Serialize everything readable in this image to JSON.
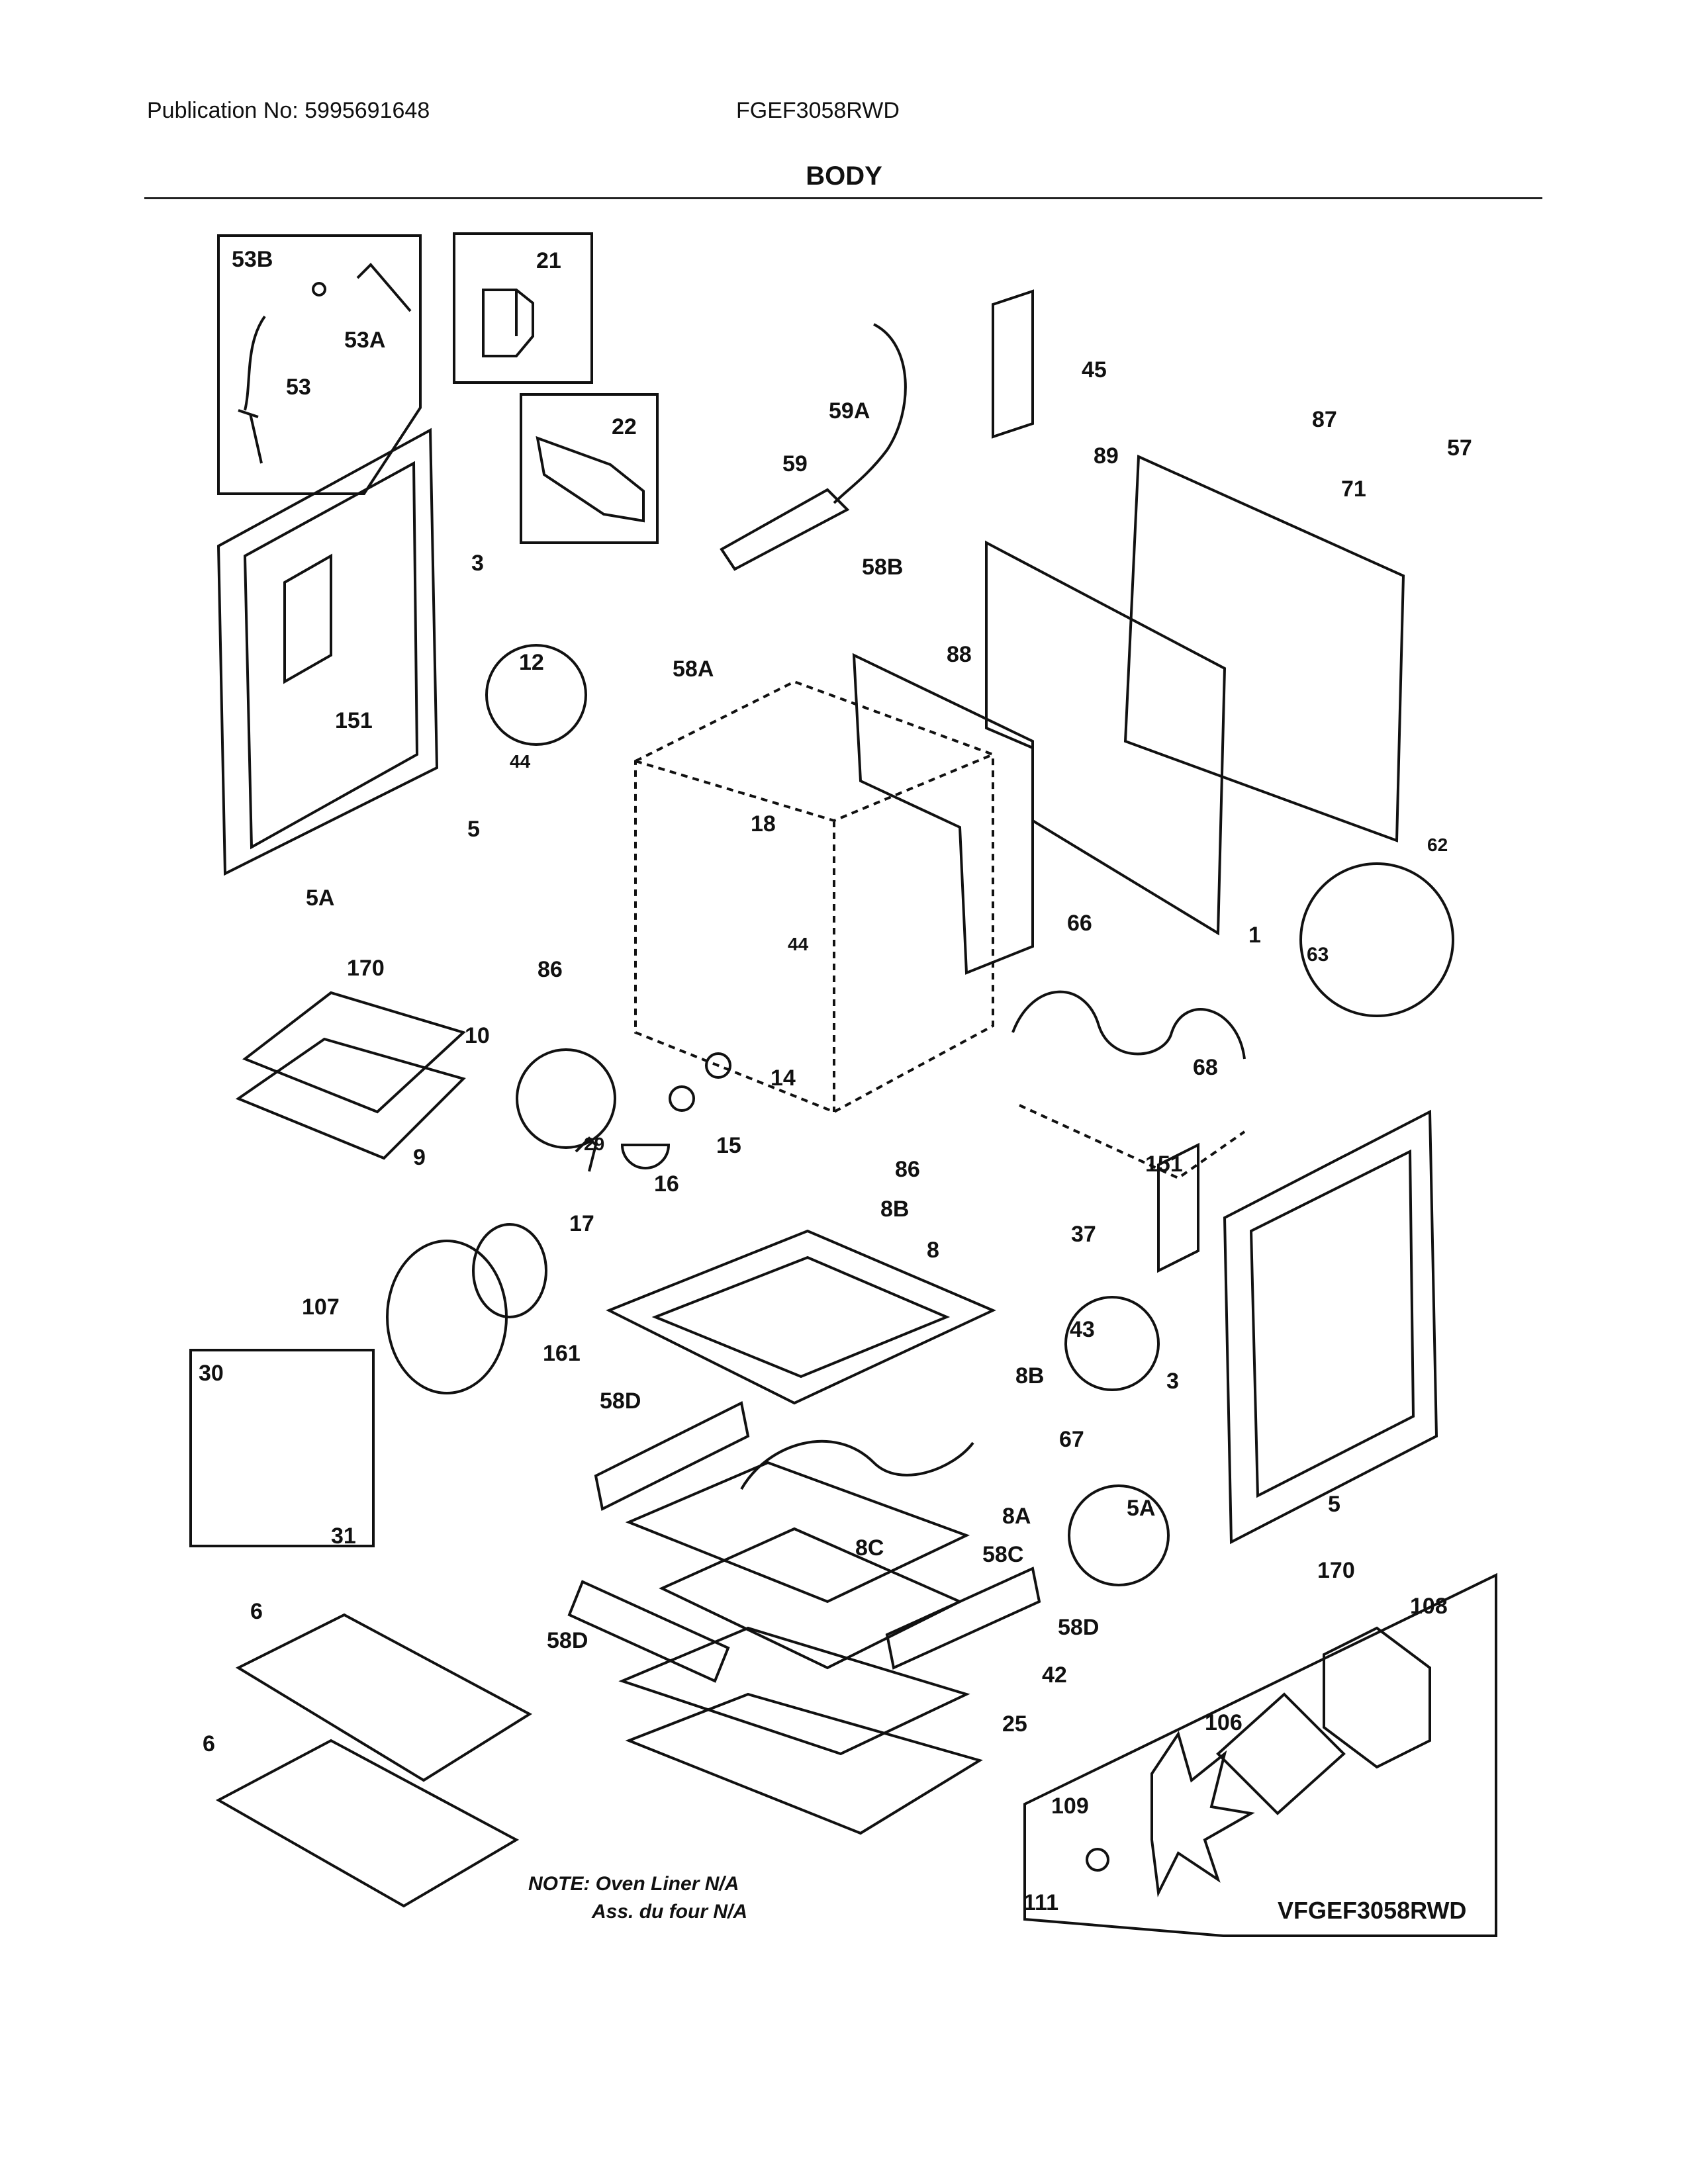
{
  "header": {
    "publication": "Publication No: 5995691648",
    "model": "FGEF3058RWD",
    "section": "BODY"
  },
  "note": {
    "line1": "NOTE: Oven Liner N/A",
    "line2": "Ass. du four N/A"
  },
  "variant_model": "VFGEF3058RWD",
  "callouts": [
    {
      "id": "53B",
      "label": "53B"
    },
    {
      "id": "53A",
      "label": "53A"
    },
    {
      "id": "53",
      "label": "53"
    },
    {
      "id": "21",
      "label": "21"
    },
    {
      "id": "22",
      "label": "22"
    },
    {
      "id": "45",
      "label": "45"
    },
    {
      "id": "59A",
      "label": "59A"
    },
    {
      "id": "59",
      "label": "59"
    },
    {
      "id": "87",
      "label": "87"
    },
    {
      "id": "57",
      "label": "57"
    },
    {
      "id": "89",
      "label": "89"
    },
    {
      "id": "71",
      "label": "71"
    },
    {
      "id": "58B",
      "label": "58B"
    },
    {
      "id": "88",
      "label": "88"
    },
    {
      "id": "3a",
      "label": "3"
    },
    {
      "id": "12",
      "label": "12"
    },
    {
      "id": "58A",
      "label": "58A"
    },
    {
      "id": "151a",
      "label": "151"
    },
    {
      "id": "44a",
      "label": "44"
    },
    {
      "id": "18",
      "label": "18"
    },
    {
      "id": "62",
      "label": "62"
    },
    {
      "id": "5a",
      "label": "5"
    },
    {
      "id": "5Aa",
      "label": "5A"
    },
    {
      "id": "170a",
      "label": "170"
    },
    {
      "id": "66",
      "label": "66"
    },
    {
      "id": "1",
      "label": "1"
    },
    {
      "id": "63",
      "label": "63"
    },
    {
      "id": "86a",
      "label": "86"
    },
    {
      "id": "44b",
      "label": "44"
    },
    {
      "id": "10",
      "label": "10"
    },
    {
      "id": "29",
      "label": "29"
    },
    {
      "id": "14",
      "label": "14"
    },
    {
      "id": "68",
      "label": "68"
    },
    {
      "id": "15",
      "label": "15"
    },
    {
      "id": "9",
      "label": "9"
    },
    {
      "id": "86b",
      "label": "86"
    },
    {
      "id": "16",
      "label": "16"
    },
    {
      "id": "151b",
      "label": "151"
    },
    {
      "id": "17",
      "label": "17"
    },
    {
      "id": "8B",
      "label": "8B"
    },
    {
      "id": "37",
      "label": "37"
    },
    {
      "id": "8",
      "label": "8"
    },
    {
      "id": "107",
      "label": "107"
    },
    {
      "id": "43",
      "label": "43"
    },
    {
      "id": "161",
      "label": "161"
    },
    {
      "id": "8Bb",
      "label": "8B"
    },
    {
      "id": "3b",
      "label": "3"
    },
    {
      "id": "30",
      "label": "30"
    },
    {
      "id": "58Da",
      "label": "58D"
    },
    {
      "id": "67",
      "label": "67"
    },
    {
      "id": "5Ab",
      "label": "5A"
    },
    {
      "id": "8A",
      "label": "8A"
    },
    {
      "id": "5b",
      "label": "5"
    },
    {
      "id": "31",
      "label": "31"
    },
    {
      "id": "8C",
      "label": "8C"
    },
    {
      "id": "58C",
      "label": "58C"
    },
    {
      "id": "170b",
      "label": "170"
    },
    {
      "id": "108",
      "label": "108"
    },
    {
      "id": "6a",
      "label": "6"
    },
    {
      "id": "58Db",
      "label": "58D"
    },
    {
      "id": "58Dc",
      "label": "58D"
    },
    {
      "id": "42",
      "label": "42"
    },
    {
      "id": "106",
      "label": "106"
    },
    {
      "id": "25",
      "label": "25"
    },
    {
      "id": "6b",
      "label": "6"
    },
    {
      "id": "109",
      "label": "109"
    },
    {
      "id": "111",
      "label": "111"
    }
  ]
}
